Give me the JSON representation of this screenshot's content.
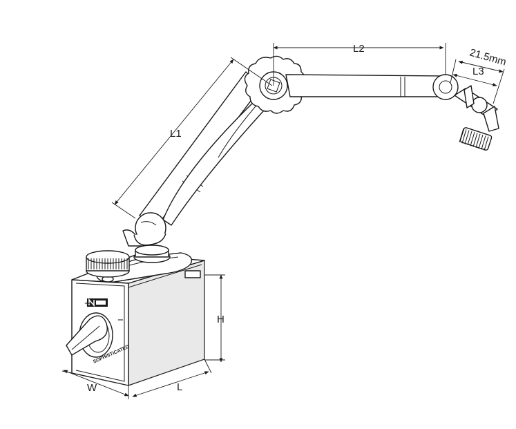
{
  "dimensions": {
    "l1": "L1",
    "l2": "L2",
    "l3": "L3",
    "l3_size": "21.5mm",
    "h": "H",
    "w": "W",
    "l": "L"
  },
  "base_marks": {
    "plus": "+",
    "minus": "−",
    "brand_text": "SOPHISTICATED"
  },
  "colors": {
    "line": "#1a1a1a",
    "fill": "#ffffff",
    "shade": "#e9e9e9"
  }
}
